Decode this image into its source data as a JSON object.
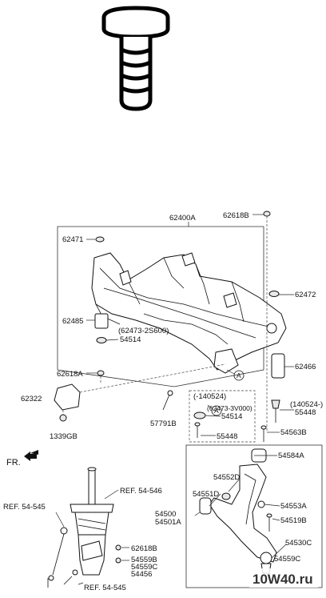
{
  "parts": {
    "p62400A": "62400A",
    "p62618B_top": "62618B",
    "p62471": "62471",
    "p62472": "62472",
    "p62485": "62485",
    "p62473_2S600": "(62473-2S600)",
    "p54514_a": "54514",
    "p62466": "62466",
    "p62618A": "62618A",
    "p62322": "62322",
    "p1339GB": "1339GB",
    "p57791B": "57791B",
    "date_range_1": "(-140524)",
    "p62473_3V000": "(62473-3V000)",
    "p54514_b": "54514",
    "p55448_a": "55448",
    "date_range_2": "(140524-)",
    "p55448_b": "55448",
    "p54563B": "54563B",
    "p54584A": "54584A",
    "p54552D": "54552D",
    "p54551D": "54551D",
    "p54553A": "54553A",
    "p54500": "54500",
    "p54501A": "54501A",
    "p54519B": "54519B",
    "p54530C": "54530C",
    "p54559C_r": "54559C",
    "fr": "FR.",
    "ref_546": "REF. 54-546",
    "ref_545_a": "REF. 54-545",
    "ref_545_b": "REF. 54-545",
    "p62618B_bot": "62618B",
    "p54559B": "54559B",
    "p54559C": "54559C",
    "p54456": "54456",
    "callout_a1": "A",
    "callout_a2": "A"
  },
  "watermark": "10W40.ru"
}
